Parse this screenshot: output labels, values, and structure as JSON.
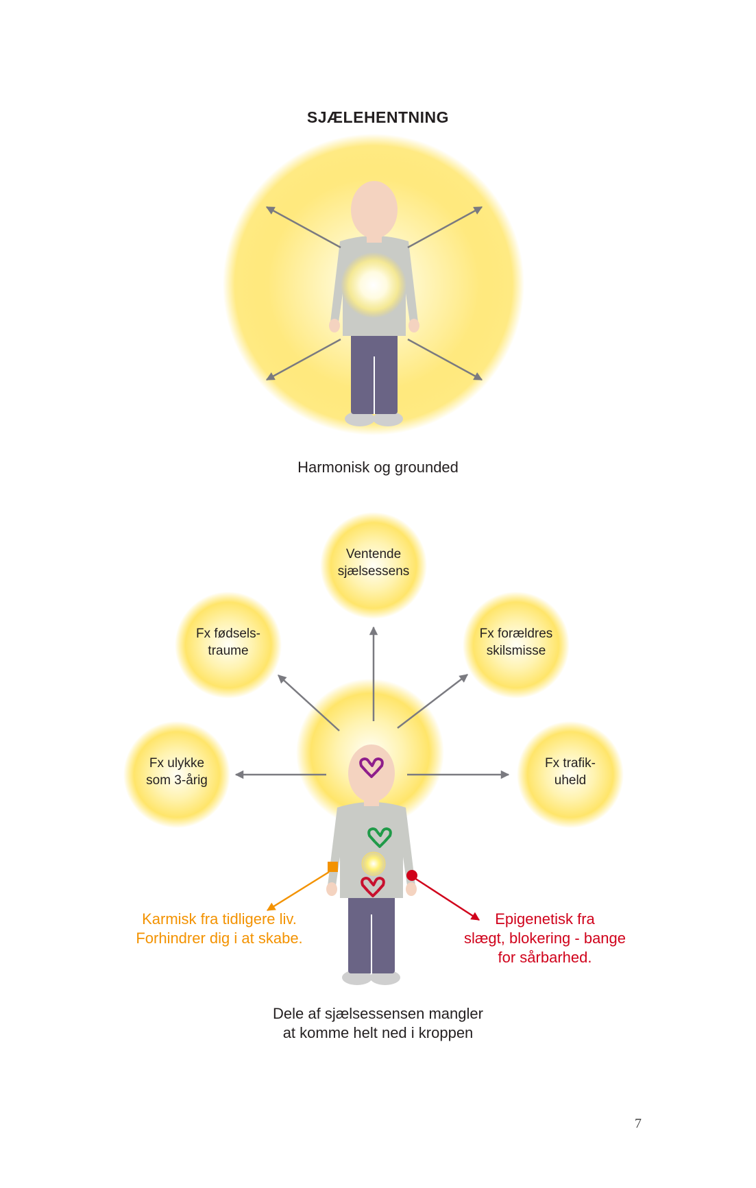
{
  "title": "SJÆLEHENTNING",
  "figure1": {
    "caption": "Harmonisk og grounded"
  },
  "figure2": {
    "bubbles": {
      "top": [
        "Ventende",
        "sjælsessens"
      ],
      "upper_left": [
        "Fx fødsels-",
        "traume"
      ],
      "upper_right": [
        "Fx forældres",
        "skilsmisse"
      ],
      "lower_left": [
        "Fx ulykke",
        "som 3-årig"
      ],
      "lower_right": [
        "Fx trafik-",
        "uheld"
      ]
    },
    "karmic_note": [
      "Karmisk fra tidligere liv.",
      "Forhindrer dig i at skabe."
    ],
    "epigenetic_note": [
      "Epigenetisk fra",
      "slægt, blokering - bange",
      "for sårbarhed."
    ],
    "caption": [
      "Dele af sjælsessensen mangler",
      "at komme helt ned i kroppen"
    ]
  },
  "page_number": "7",
  "colors": {
    "glow": "#ffe35a",
    "arrow": "#7a7a80",
    "shirt": "#c9cbc6",
    "pants": "#6a6485",
    "skin": "#f4d3c0",
    "karmic": "#f39200",
    "epigenetic": "#d0021b",
    "heart_crown": "#8e1d8b",
    "heart_chest": "#1f9a48",
    "heart_lower": "#c8102e"
  }
}
